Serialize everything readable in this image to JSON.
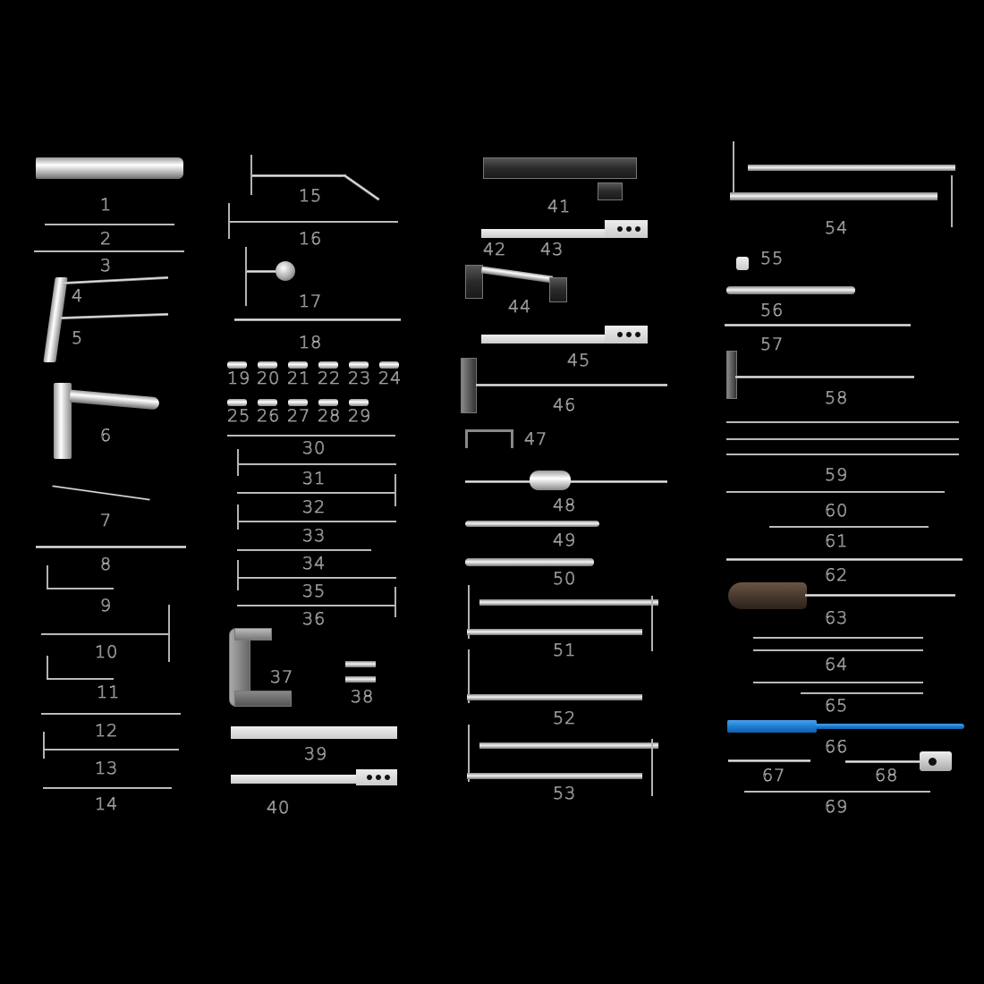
{
  "background": "#000000",
  "accent_colors": {
    "steel": "#d9d9d9",
    "wood_handle": "#4a3a2e",
    "blue_instrument": "#1f7fd4"
  },
  "labels": {
    "l1": "1",
    "l2": "2",
    "l3": "3",
    "l4": "4",
    "l5": "5",
    "l6": "6",
    "l7": "7",
    "l8": "8",
    "l9": "9",
    "l10": "10",
    "l11": "11",
    "l12": "12",
    "l13": "13",
    "l14": "14",
    "l15": "15",
    "l16": "16",
    "l17": "17",
    "l18": "18",
    "l19": "19",
    "l20": "20",
    "l21": "21",
    "l22": "22",
    "l23": "23",
    "l24": "24",
    "l25": "25",
    "l26": "26",
    "l27": "27",
    "l28": "28",
    "l29": "29",
    "l30": "30",
    "l31": "31",
    "l32": "32",
    "l33": "33",
    "l34": "34",
    "l35": "35",
    "l36": "36",
    "l37": "37",
    "l38": "38",
    "l39": "39",
    "l40": "40",
    "l41": "41",
    "l42": "42",
    "l43": "43",
    "l44": "44",
    "l45": "45",
    "l46": "46",
    "l47": "47",
    "l48": "48",
    "l49": "49",
    "l50": "50",
    "l51": "51",
    "l52": "52",
    "l53": "53",
    "l54": "54",
    "l55": "55",
    "l56": "56",
    "l57": "57",
    "l58": "58",
    "l59": "59",
    "l60": "60",
    "l61": "61",
    "l62": "62",
    "l63": "63",
    "l64": "64",
    "l65": "65",
    "l66": "66",
    "l67": "67",
    "l68": "68",
    "l69": "69"
  }
}
